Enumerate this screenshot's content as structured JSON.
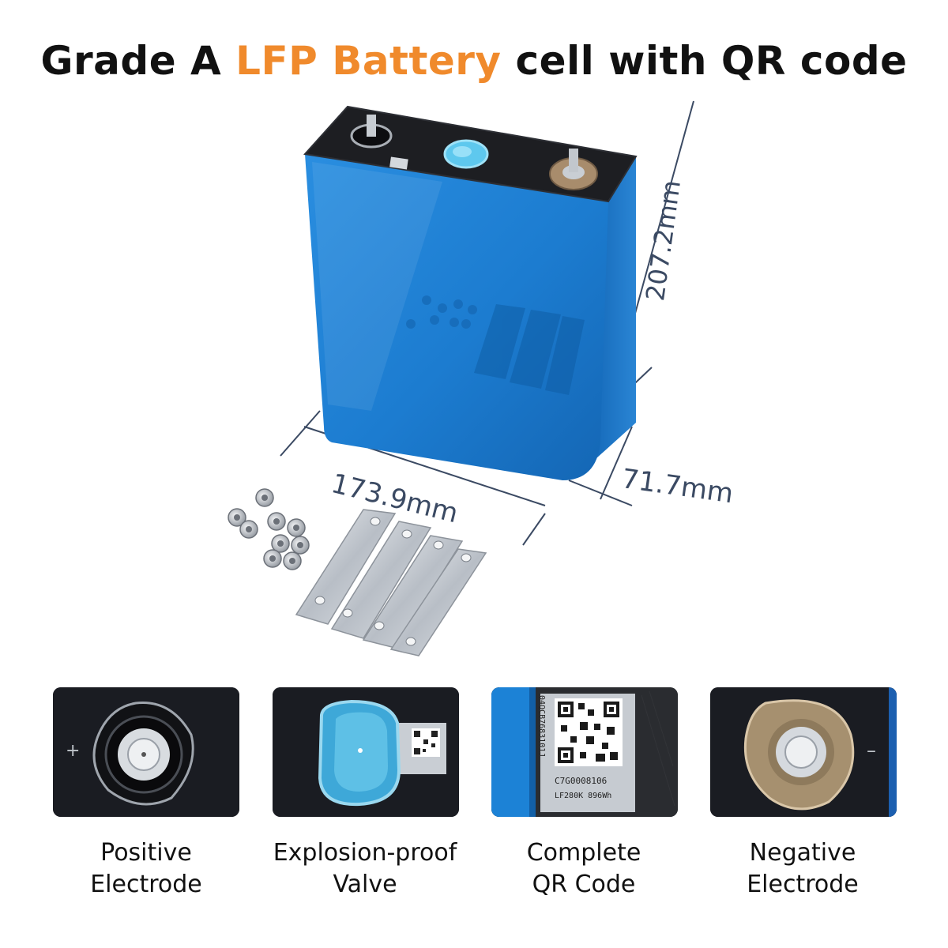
{
  "title": {
    "prefix": "Grade A",
    "highlight": "LFP Battery",
    "suffix": "cell with QR code",
    "accent_color": "#f08a2c"
  },
  "dimensions": {
    "width": "173.9mm",
    "depth": "71.7mm",
    "height": "207.2mm"
  },
  "features": [
    {
      "line1": "Positive",
      "line2": "Electrode",
      "symbol": "+"
    },
    {
      "line1": "Explosion-proof",
      "line2": "Valve"
    },
    {
      "line1": "Complete",
      "line2": "QR Code",
      "label_code": "C7G0008106",
      "label_model": "LF280K 896Wh",
      "label_side": "04QCB7683101J"
    },
    {
      "line1": "Negative",
      "line2": "Electrode",
      "symbol": "–"
    }
  ],
  "colors": {
    "cell_blue": "#1f7fd0",
    "dimension_line": "#3b4a63",
    "valve_cyan": "#4fb8de"
  }
}
